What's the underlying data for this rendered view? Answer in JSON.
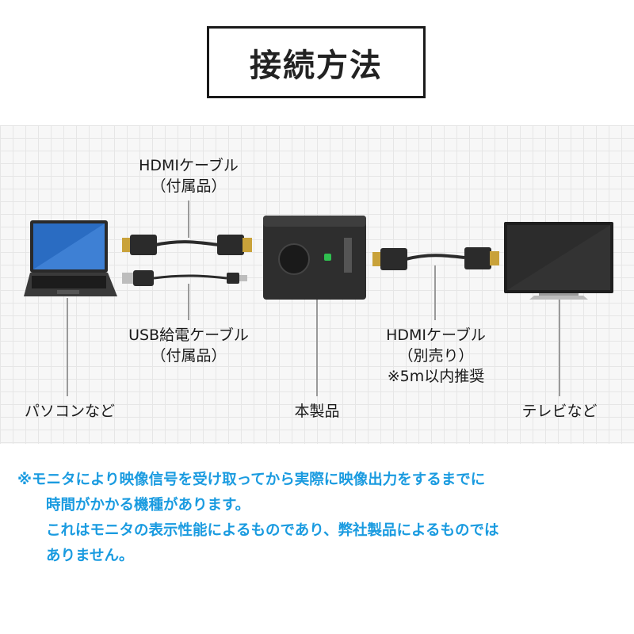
{
  "title": "接続方法",
  "labels": {
    "hdmi_included": "HDMIケーブル",
    "hdmi_included_sub": "（付属品）",
    "usb_power": "USB給電ケーブル",
    "usb_power_sub": "（付属品）",
    "hdmi_sold": "HDMIケーブル",
    "hdmi_sold_sub": "（別売り）",
    "hdmi_sold_note": "※5m以内推奨",
    "pc": "パソコンなど",
    "product": "本製品",
    "tv": "テレビなど"
  },
  "notes": [
    "※モニタにより映像信号を受け取ってから実際に映像出力をするまでに",
    "時間がかかる機種があります。",
    "これはモニタの表示性能によるものであり、弊社製品によるものでは",
    "ありません。"
  ],
  "colors": {
    "note": "#1a9be0",
    "device": "#2b2b2b",
    "gold": "#c9a23a"
  }
}
